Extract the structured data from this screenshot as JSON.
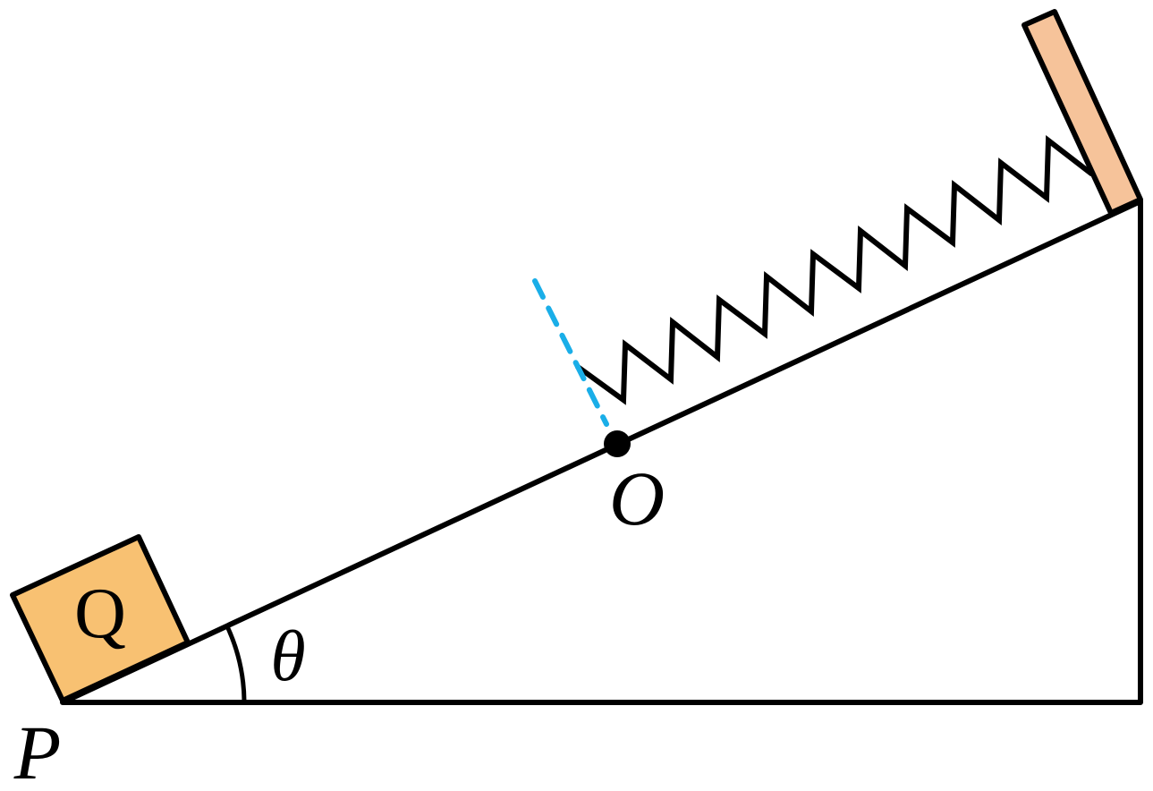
{
  "diagram": {
    "labels": {
      "block": "Q",
      "angle": "θ",
      "point_o": "O",
      "point_p": "P"
    },
    "colors": {
      "stroke": "#000000",
      "block_fill": "#F8C172",
      "plate_fill": "#F6C39A",
      "dashed_line": "#1AAEE8",
      "background": "#FFFFFF"
    }
  }
}
